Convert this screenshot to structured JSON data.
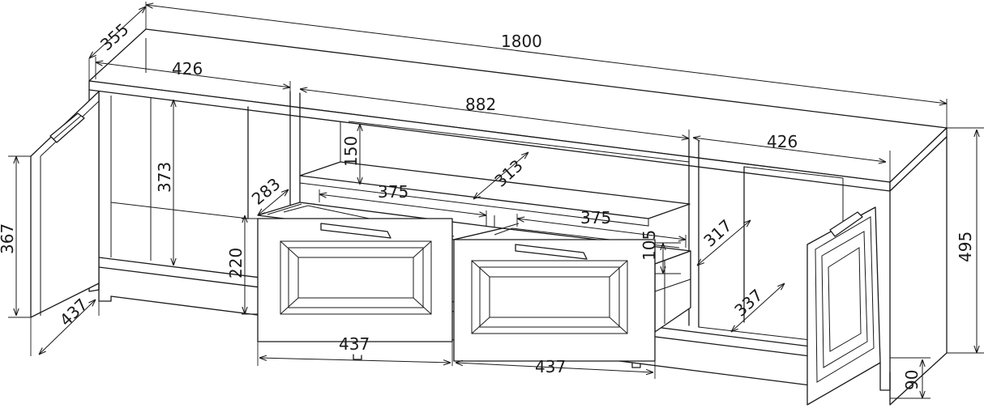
{
  "dimensions": {
    "total_width": "1800",
    "depth": "355",
    "total_height": "495",
    "left_compartment_width": "426",
    "center_width": "882",
    "right_compartment_width": "426",
    "left_inner_height": "373",
    "door_height": "367",
    "door_width": "437",
    "shelf_gap": "150",
    "shelf_depth": "313",
    "drawer_side_depth": "283",
    "drawer_height": "220",
    "drawer_inner_width_left": "375",
    "drawer_inner_width_right": "375",
    "drawer_inner_height": "105",
    "right_inner_depth": "317",
    "right_bottom_depth": "337",
    "drawer_front_width_left": "437",
    "drawer_front_width_right": "437",
    "plinth_height": "90"
  }
}
